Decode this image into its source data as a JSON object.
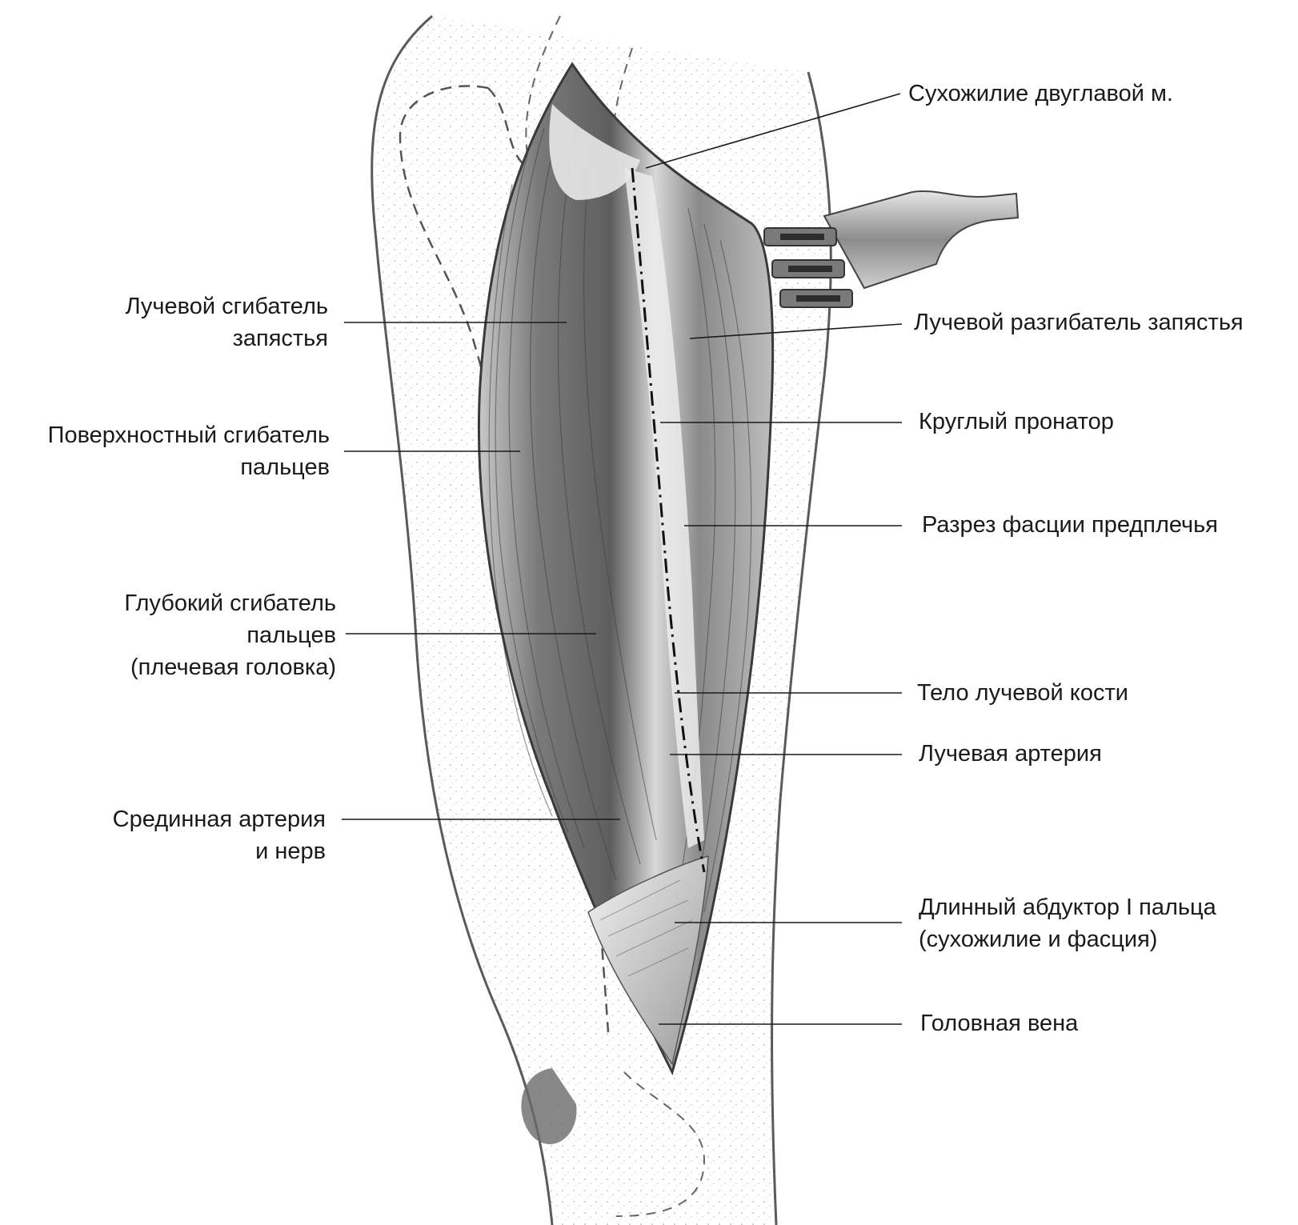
{
  "diagram": {
    "left_labels": [
      {
        "id": "flexor-carpi-radialis",
        "lines": [
          "Лучевой сгибатель",
          "запястья"
        ]
      },
      {
        "id": "flexor-digitorum-superficialis",
        "lines": [
          "Поверхностный сгибатель",
          "пальцев"
        ]
      },
      {
        "id": "flexor-digitorum-profundus",
        "lines": [
          "Глубокий сгибатель",
          "пальцев",
          "(плечевая головка)"
        ]
      },
      {
        "id": "median-artery-nerve",
        "lines": [
          "Срединная артерия",
          "и нерв"
        ]
      }
    ],
    "right_labels": [
      {
        "id": "biceps-tendon",
        "lines": [
          "Сухожилие двуглавой м."
        ]
      },
      {
        "id": "extensor-carpi-radialis",
        "lines": [
          "Лучевой разгибатель запястья"
        ]
      },
      {
        "id": "pronator-teres",
        "lines": [
          "Круглый пронатор"
        ]
      },
      {
        "id": "fascia-incision",
        "lines": [
          "Разрез фасции предплечья"
        ]
      },
      {
        "id": "radius-body",
        "lines": [
          "Тело лучевой кости"
        ]
      },
      {
        "id": "radial-artery",
        "lines": [
          "Лучевая артерия"
        ]
      },
      {
        "id": "abductor-pollicis-longus",
        "lines": [
          "Длинный абдуктор I пальца",
          "(сухожилие и фасция)"
        ]
      },
      {
        "id": "cephalic-vein",
        "lines": [
          "Головная вена"
        ]
      }
    ],
    "colors": {
      "text": "#1a1a1a",
      "leader": "#1a1a1a",
      "skin_outline": "#555555",
      "muscle_dark": "#5a5a5a",
      "muscle_light": "#e0e0e0",
      "retractor": "#9a9a9a"
    }
  }
}
